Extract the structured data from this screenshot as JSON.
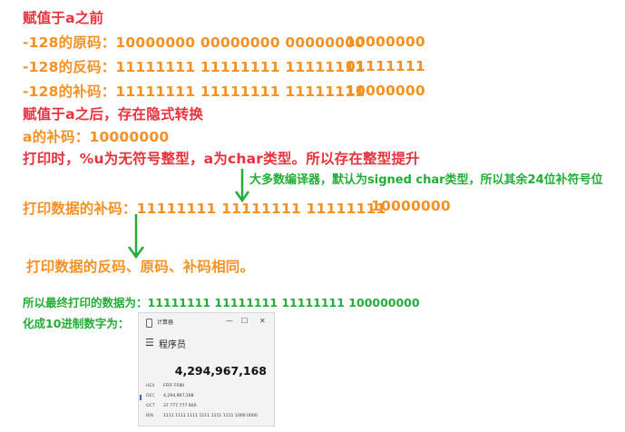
{
  "lines": {
    "l1": "赋值于a之前",
    "l2_prefix": "-128的原码：",
    "l2_bits": "10000000 00000000 00000000",
    "l2_tail": "10000000",
    "l3_prefix": "-128的反码：",
    "l3_bits": "11111111 11111111 11111111",
    "l3_tail": "01111111",
    "l4_prefix": "-128的补码：",
    "l4_bits": "11111111 11111111 11111111",
    "l4_tail": "10000000",
    "l5": "赋值于a之后，存在隐式转换",
    "l6": "a的补码：10000000",
    "l7": "打印时，%u为无符号整型，a为char类型。所以存在整型提升",
    "note": "大多数编译器，默认为signed char类型，所以其余24位补符号位",
    "l8_prefix": "打印数据的补码：",
    "l8_bits": "11111111 11111111 11111111",
    "l8_tail": "10000000",
    "l9": "打印数据的反码、原码、补码相同。",
    "l10": "所以最终打印的数据为：11111111 11111111 11111111   100000000",
    "l11": "化成10进制数字为："
  },
  "calculator": {
    "app_name": "计算器",
    "minimize": "—",
    "maximize": "☐",
    "close": "✕",
    "menu_icon": "☰",
    "mode": "程序员",
    "display": "4,294,967,168",
    "rows": [
      {
        "tag": "HEX",
        "value": "FFFF FF80"
      },
      {
        "tag": "DEC",
        "value": "4,294,967,168"
      },
      {
        "tag": "OCT",
        "value": "37 777 777 600"
      },
      {
        "tag": "BIN",
        "value": "1111 1111 1111 1111 1111 1111 1000 0000"
      }
    ]
  }
}
